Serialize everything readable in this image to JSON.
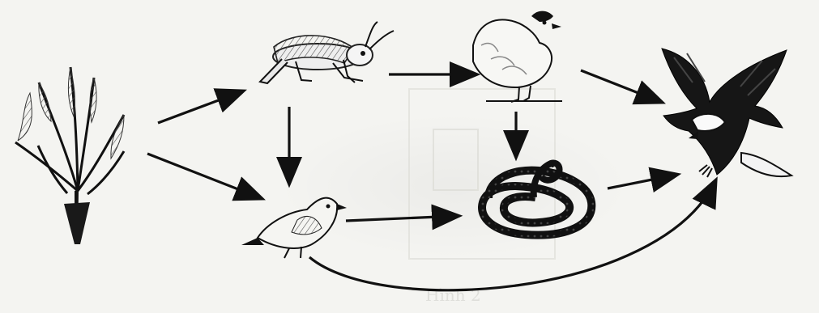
{
  "diagram": {
    "organisms": [
      {
        "id": "rice",
        "icon": "rice-plant-icon"
      },
      {
        "id": "grasshopper",
        "icon": "grasshopper-icon"
      },
      {
        "id": "chicken",
        "icon": "chicken-icon"
      },
      {
        "id": "eagle",
        "icon": "eagle-icon"
      },
      {
        "id": "sparrow",
        "icon": "sparrow-icon"
      },
      {
        "id": "snake",
        "icon": "snake-icon"
      }
    ],
    "links": [
      {
        "from": "rice",
        "to": "grasshopper"
      },
      {
        "from": "rice",
        "to": "sparrow"
      },
      {
        "from": "grasshopper",
        "to": "chicken"
      },
      {
        "from": "grasshopper",
        "to": "sparrow"
      },
      {
        "from": "chicken",
        "to": "eagle"
      },
      {
        "from": "chicken",
        "to": "snake"
      },
      {
        "from": "sparrow",
        "to": "snake"
      },
      {
        "from": "snake",
        "to": "eagle"
      },
      {
        "from": "sparrow",
        "to": "eagle"
      }
    ],
    "ghost_caption": "Hình 2"
  }
}
